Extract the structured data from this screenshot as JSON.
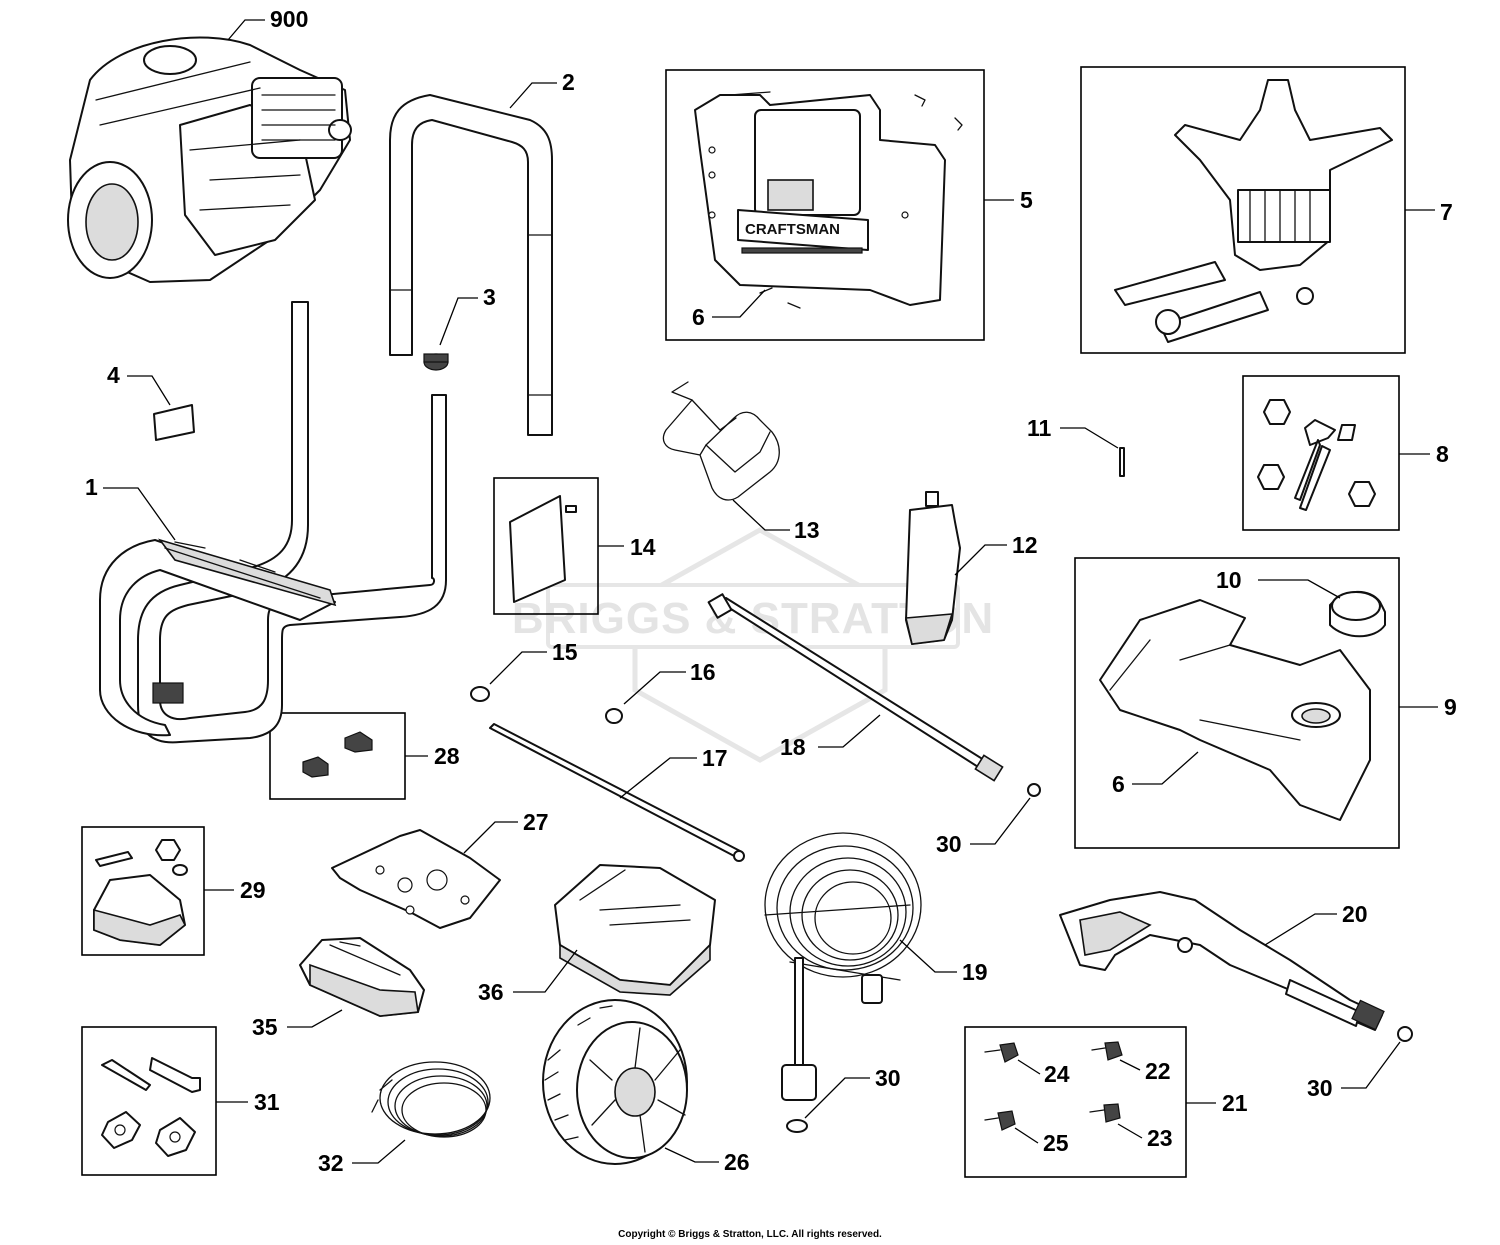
{
  "watermark": {
    "text": "BRIGGS & STRATTON"
  },
  "brand_label": "CRAFTSMAN",
  "copyright": "Copyright © Briggs & Stratton, LLC. All rights reserved.",
  "callouts": {
    "c900": "900",
    "c2": "2",
    "c3": "3",
    "c4": "4",
    "c1": "1",
    "c5": "5",
    "c6a": "6",
    "c7": "7",
    "c8": "8",
    "c9": "9",
    "c10": "10",
    "c6b": "6",
    "c11": "11",
    "c12": "12",
    "c13": "13",
    "c14": "14",
    "c15": "15",
    "c16": "16",
    "c17": "17",
    "c18": "18",
    "c30a": "30",
    "c28": "28",
    "c27": "27",
    "c29": "29",
    "c36": "36",
    "c35": "35",
    "c19": "19",
    "c30b": "30",
    "c20": "20",
    "c30c": "30",
    "c21": "21",
    "c22": "22",
    "c23": "23",
    "c24": "24",
    "c25": "25",
    "c26": "26",
    "c31": "31",
    "c32": "32"
  }
}
